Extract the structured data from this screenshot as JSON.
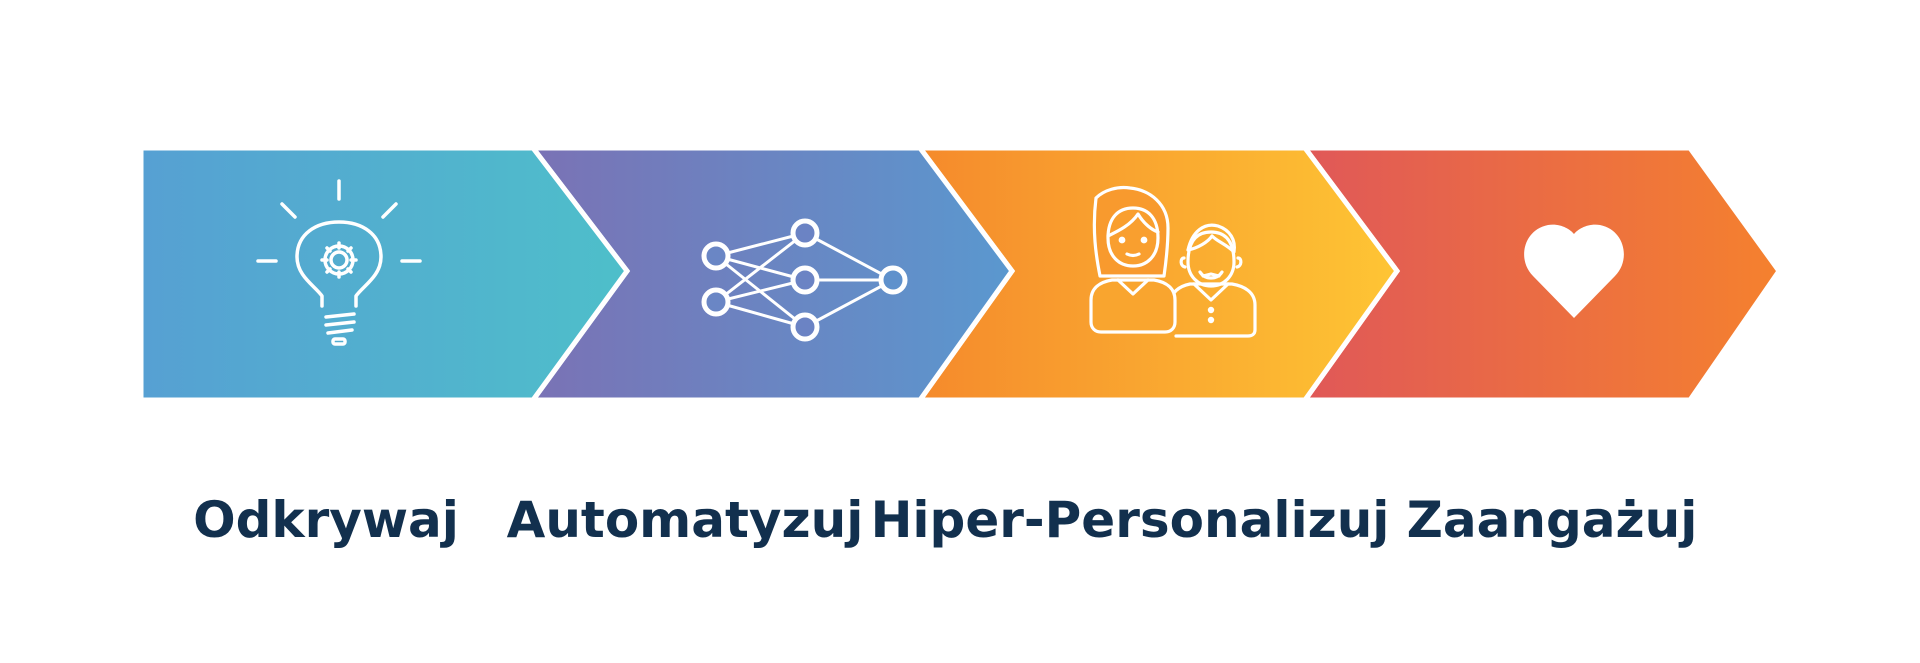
{
  "steps": [
    {
      "label": "Odkrywaj",
      "icon": "lightbulb-gear-icon",
      "colors": [
        "#56a0d3",
        "#4ebfca"
      ]
    },
    {
      "label": "Automatyzuj",
      "icon": "neural-network-icon",
      "colors": [
        "#7a72b5",
        "#5a98cf"
      ]
    },
    {
      "label": "Hiper-Personalizuj",
      "icon": "people-icon",
      "colors": [
        "#f58a2c",
        "#fec534"
      ]
    },
    {
      "label": "Zaangażuj",
      "icon": "heart-icon",
      "colors": [
        "#e05858",
        "#f5812e"
      ]
    }
  ],
  "text_color": "#12304e",
  "divider_color": "#ffffff"
}
